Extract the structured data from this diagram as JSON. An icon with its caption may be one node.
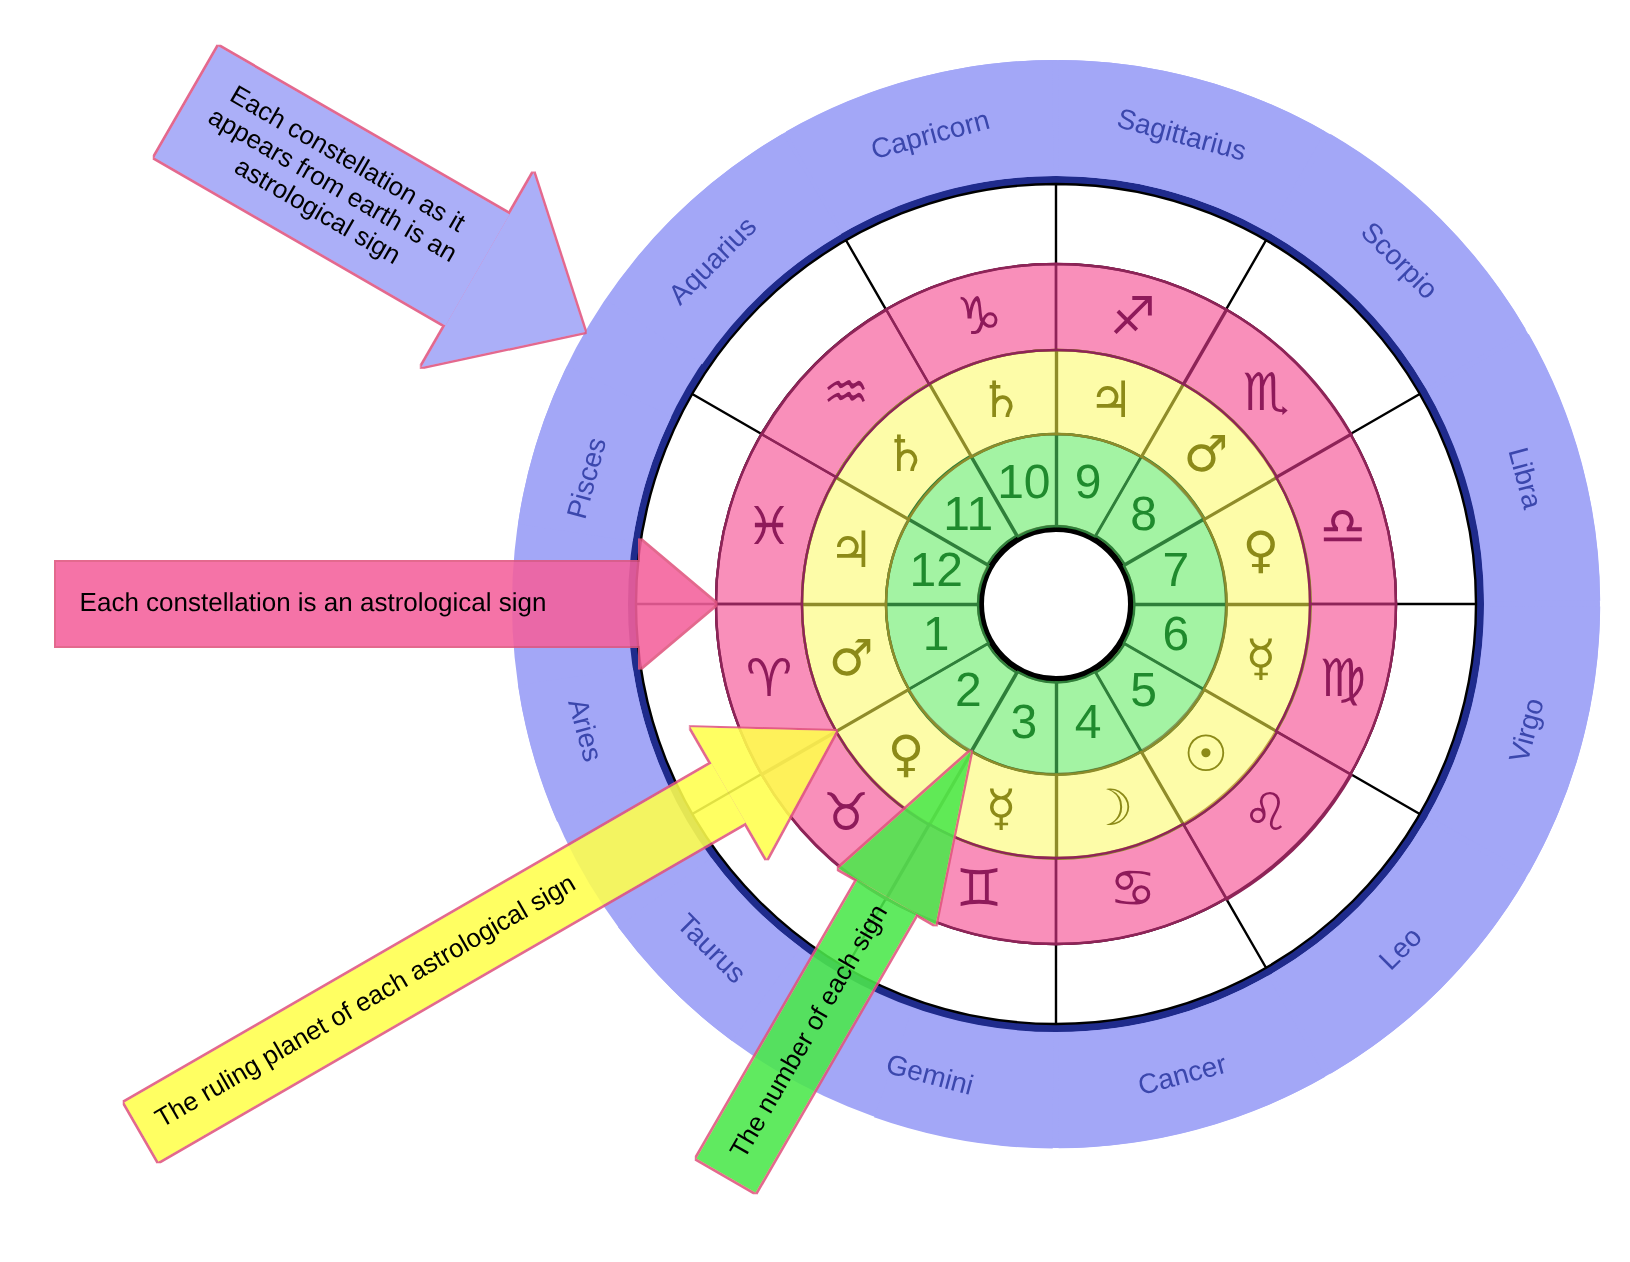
{
  "diagram": {
    "nodes": [
      {
        "text": [],
        "shape": "ring"
      },
      {
        "text": [
          "Capricorn"
        ],
        "in": 0
      },
      {
        "text": [
          "Sagittarius"
        ],
        "in": 0
      },
      {
        "text": [
          "Aquarius"
        ],
        "in": 0
      },
      {
        "text": [
          "Scorpio"
        ],
        "in": 0
      },
      {
        "text": [
          "Pisces"
        ],
        "in": 0
      },
      {
        "text": [
          "Libra"
        ],
        "in": 0
      },
      {
        "text": [
          "Aries"
        ],
        "in": 0
      },
      {
        "text": [
          "Virgo"
        ],
        "in": 0
      },
      {
        "text": [
          "Taurus"
        ],
        "in": 0
      },
      {
        "text": [
          "Leo"
        ],
        "in": 0
      },
      {
        "text": [
          "Gemini"
        ],
        "in": 0
      },
      {
        "text": [
          "Cancer"
        ],
        "in": 0
      },
      {
        "text": [],
        "shape": "ring",
        "in": 0
      },
      {
        "text": [],
        "shape": "ring",
        "in": 13
      },
      {
        "text": [
          "♑"
        ],
        "in": 14
      },
      {
        "text": [
          "♐"
        ],
        "in": 14
      },
      {
        "text": [
          "♒"
        ],
        "in": 14
      },
      {
        "text": [
          "♏"
        ],
        "in": 14
      },
      {
        "text": [
          "♓"
        ],
        "in": 14
      },
      {
        "text": [
          "♎"
        ],
        "in": 14
      },
      {
        "text": [
          "♈"
        ],
        "in": 14
      },
      {
        "text": [
          "♍"
        ],
        "in": 14
      },
      {
        "text": [
          "♉"
        ],
        "in": 14
      },
      {
        "text": [
          "♌"
        ],
        "in": 14
      },
      {
        "text": [
          "♊"
        ],
        "in": 14
      },
      {
        "text": [
          "♋"
        ],
        "in": 14
      },
      {
        "text": [],
        "shape": "ring",
        "in": 14
      },
      {
        "text": [
          "♄"
        ],
        "in": 27
      },
      {
        "text": [
          "♃"
        ],
        "in": 27
      },
      {
        "text": [
          "♄"
        ],
        "in": 27
      },
      {
        "text": [
          "♂"
        ],
        "in": 27
      },
      {
        "text": [
          "♃"
        ],
        "in": 27
      },
      {
        "text": [
          "♀"
        ],
        "in": 27
      },
      {
        "text": [
          "♂"
        ],
        "in": 27
      },
      {
        "text": [
          "☿"
        ],
        "in": 27
      },
      {
        "text": [
          "♀"
        ],
        "in": 27
      },
      {
        "text": [
          "☉"
        ],
        "in": 27
      },
      {
        "text": [
          "☿"
        ],
        "in": 27
      },
      {
        "text": [
          "☽"
        ],
        "in": 27
      },
      {
        "text": [],
        "shape": "ring",
        "in": 27
      },
      {
        "text": [
          "10"
        ],
        "in": 40
      },
      {
        "text": [
          "9"
        ],
        "in": 40
      },
      {
        "text": [
          "11"
        ],
        "in": 40
      },
      {
        "text": [
          "8"
        ],
        "in": 40
      },
      {
        "text": [
          "12"
        ],
        "in": 40
      },
      {
        "text": [
          "7"
        ],
        "in": 40
      },
      {
        "text": [
          "1"
        ],
        "in": 40
      },
      {
        "text": [
          "6"
        ],
        "in": 40
      },
      {
        "text": [
          "2"
        ],
        "in": 40
      },
      {
        "text": [
          "5"
        ],
        "in": 40
      },
      {
        "text": [
          "3"
        ],
        "in": 40
      },
      {
        "text": [
          "4"
        ],
        "in": 40
      },
      {
        "text": [],
        "shape": "circle",
        "in": 40
      }
    ],
    "edges": [
      {
        "from": null,
        "to": 0,
        "arrow": "to",
        "label": "Each constellation as it appears from earth is an astrological sign",
        "color": "#a0a5f8"
      },
      {
        "from": null,
        "to": 14,
        "arrow": "to",
        "label": "Each constellation is an astrological sign",
        "color": "#f4619c"
      },
      {
        "from": null,
        "to": 27,
        "arrow": "to",
        "label": "The ruling planet of each astrological sign",
        "color": "#ffff4d"
      },
      {
        "from": null,
        "to": 40,
        "arrow": "to",
        "label": "The number of each sign",
        "color": "#4be84b"
      }
    ]
  }
}
